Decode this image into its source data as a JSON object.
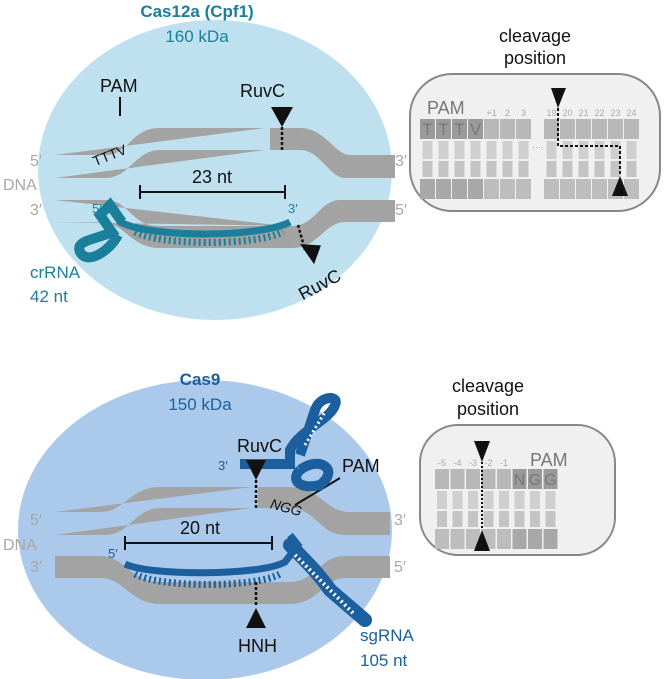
{
  "colors": {
    "cas12a": "#1a7f9b",
    "cas9": "#1b5f9e",
    "cas12a_bg": "#bfe1ef",
    "cas9_bg": "#abc9ea",
    "dna": "#a3a3a3"
  },
  "cas12a": {
    "title": "Cas12a (Cpf1)",
    "mass": "160 kDa",
    "pam": "PAM",
    "pam_seq": "TTTV",
    "ruvc_top": "RuvC",
    "ruvc_bottom": "RuvC",
    "length": "23 nt",
    "rna_name": "crRNA",
    "rna_length": "42 nt",
    "rna_5": "5′",
    "rna_3": "3′",
    "dna_label": "DNA",
    "top_left": "5′",
    "top_right": "3′",
    "bottom_left": "3′",
    "bottom_right": "5′",
    "cleavage": {
      "title1": "cleavage",
      "title2": "position",
      "pam": "PAM",
      "bases": [
        "T",
        "T",
        "T",
        "V"
      ],
      "positions": [
        "+1",
        "2",
        "3",
        "19",
        "20",
        "21",
        "22",
        "23",
        "24"
      ],
      "gap": "···"
    }
  },
  "cas9": {
    "title": "Cas9",
    "mass": "150 kDa",
    "pam": "PAM",
    "pam_seq": "NGG",
    "ruvc": "RuvC",
    "hnh": "HNH",
    "length": "20 nt",
    "rna_name": "sgRNA",
    "rna_length": "105 nt",
    "rna_5": "5′",
    "rna_3": "3′",
    "dna_label": "DNA",
    "top_left": "5′",
    "top_right": "3′",
    "bottom_left": "3′",
    "bottom_right": "5′",
    "cleavage": {
      "title1": "cleavage",
      "title2": "position",
      "pam": "PAM",
      "bases": [
        "N",
        "G",
        "G"
      ],
      "positions": [
        "-5",
        "-4",
        "-3",
        "-2",
        "-1"
      ]
    }
  }
}
